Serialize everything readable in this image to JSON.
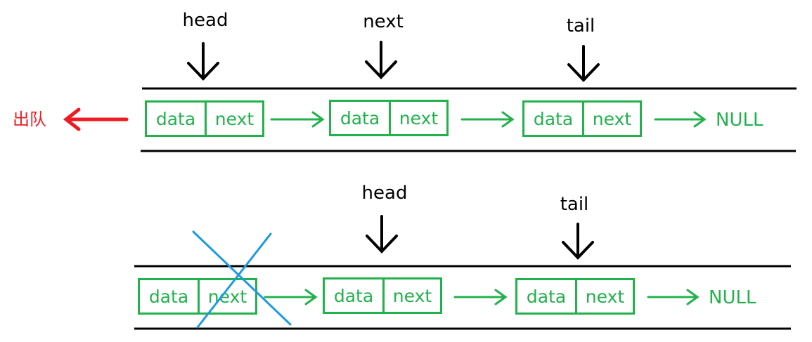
{
  "queue_before": {
    "pointers": {
      "head": "head",
      "next": "next",
      "tail": "tail"
    },
    "dequeue_label": "出队",
    "nodes": [
      {
        "data": "data",
        "next": "next"
      },
      {
        "data": "data",
        "next": "next"
      },
      {
        "data": "data",
        "next": "next"
      }
    ],
    "null_label": "NULL"
  },
  "queue_after": {
    "pointers": {
      "head": "head",
      "tail": "tail"
    },
    "nodes": [
      {
        "data": "data",
        "next": "next"
      },
      {
        "data": "data",
        "next": "next"
      },
      {
        "data": "data",
        "next": "next"
      }
    ],
    "null_label": "NULL"
  },
  "colors": {
    "node": "#22b14c",
    "pointer": "#000000",
    "dequeue": "#ed1c24",
    "cross": "#1f9ae0",
    "rail": "#000000"
  }
}
